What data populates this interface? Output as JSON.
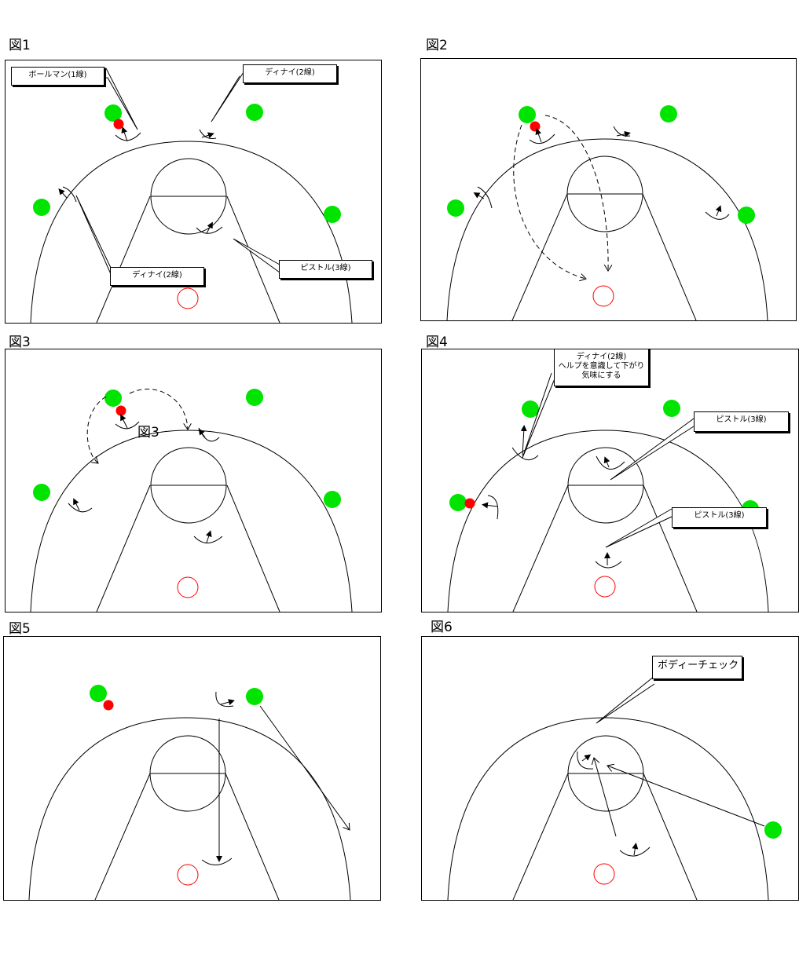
{
  "figures": [
    {
      "label": "図1"
    },
    {
      "label": "図2"
    },
    {
      "label": "図3"
    },
    {
      "label": "図4"
    },
    {
      "label": "図5"
    },
    {
      "label": "図6"
    }
  ],
  "callouts": {
    "fig1_ballman": "ボールマン(1線)",
    "fig1_deny_top": "ディナイ(2線)",
    "fig1_deny_bottom": "ディナイ(2線)",
    "fig1_pistol": "ピストル(3線)",
    "fig4_deny_line1": "ディナイ(2線)",
    "fig4_deny_line2": "ヘルプを意識して下がり",
    "fig4_deny_line3": "気味にする",
    "fig4_pistol_top": "ピストル(3線)",
    "fig4_pistol_bottom": "ピストル(3線)",
    "fig6_bodycheck": "ボディーチェック"
  },
  "fig3_stray_label": "図3",
  "colors": {
    "offense_player": "#00e400",
    "ball_holder": "#ff0000",
    "basket": "#ff0000",
    "lines": "#000000"
  }
}
